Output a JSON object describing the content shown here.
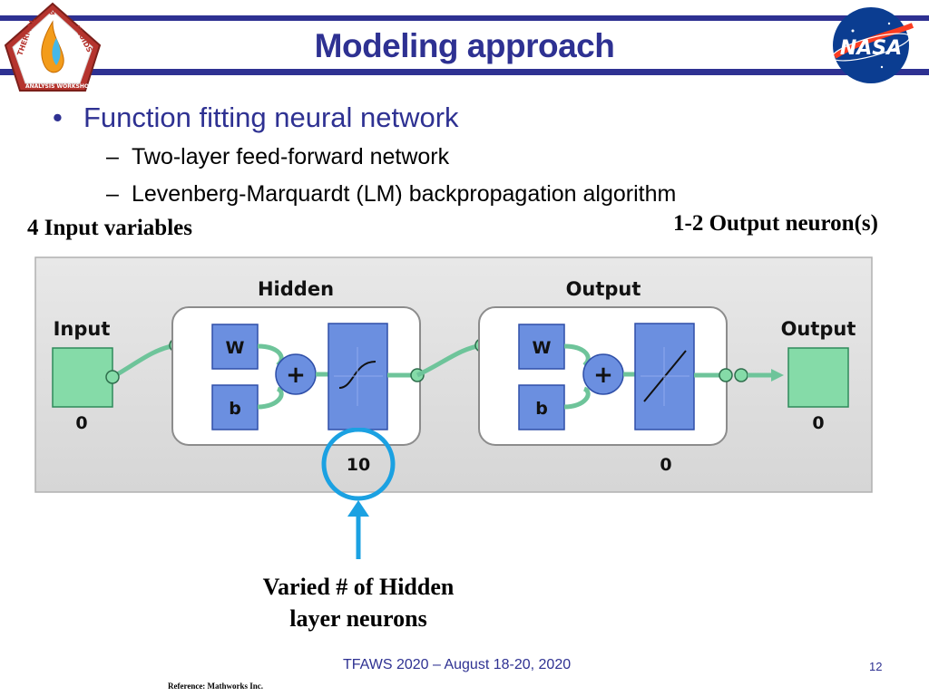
{
  "header": {
    "title": "Modeling approach",
    "logo_left_text": [
      "THERMAL",
      "&",
      "FLUIDS",
      "ANALYSIS WORKSHOP"
    ],
    "logo_right_text": "NASA"
  },
  "content": {
    "bullet": "Function fitting neural network",
    "sub_items": [
      "Two-layer feed-forward network",
      "Levenberg-Marquardt (LM) backpropagation algorithm"
    ],
    "label_inputs": "4 Input variables",
    "label_outputs": "1-2 Output neuron(s)",
    "annotation_line1": "Varied # of Hidden",
    "annotation_line2": "layer neurons"
  },
  "diagram": {
    "input_label": "Input",
    "input_value": "0",
    "hidden_label": "Hidden",
    "hidden_w": "W",
    "hidden_b": "b",
    "hidden_value": "10",
    "output_layer_label": "Output",
    "output_w": "W",
    "output_b": "b",
    "output_layer_value": "0",
    "output_label": "Output",
    "output_value": "0"
  },
  "footer": {
    "event": "TFAWS 2020 – August 18-20, 2020",
    "page_number": "12",
    "reference": "Reference: Mathworks Inc."
  },
  "colors": {
    "title_blue": "#2e3192",
    "block_blue": "#6b8fe0",
    "io_green": "#85dba8",
    "highlight_cyan": "#1ba1e2"
  }
}
